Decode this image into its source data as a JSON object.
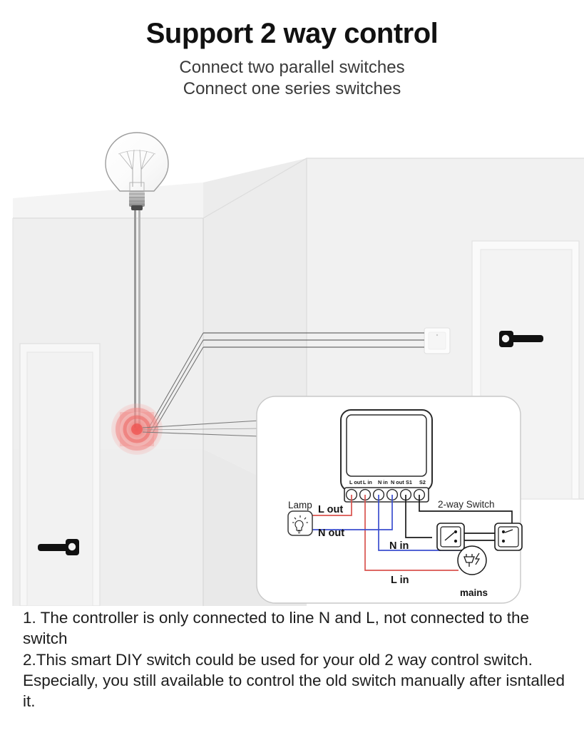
{
  "header": {
    "title": "Support 2 way control",
    "subtitles": [
      "Connect two parallel switches",
      "Connect one series switches"
    ]
  },
  "scene": {
    "description": "Room interior cutaway with ceiling pendant bulb, two doors, a wall switch plate, and a red highlight marker on the ceiling junction where the smart module is installed",
    "highlight_color": "#f4736f",
    "wall_color": "#efefef",
    "wall_shade_color": "#e9e9e9",
    "door_color": "#f5f5f5",
    "handle_color": "#111111",
    "bulb_label": "ceiling-pendant-bulb",
    "wall_switch_label": "wall-switch-plate"
  },
  "diagram": {
    "device": {
      "name": "smart-switch-module",
      "terminals": [
        "L out",
        "L in",
        "N in",
        "N out",
        "S1",
        "S2"
      ],
      "terminal_wire_colors": [
        "#d9534f",
        "#d9534f",
        "#3b4fcf",
        "#3b4fcf",
        "#1a1a1a",
        "#1a1a1a"
      ]
    },
    "labels": {
      "lamp": "Lamp",
      "l_out": "L out",
      "n_out": "N out",
      "two_way_switch": "2-way Switch",
      "n_in": "N in",
      "l_in": "L in",
      "mains": "mains"
    },
    "wire_colors": {
      "live": "#d9534f",
      "neutral": "#3b4fcf",
      "switch": "#1a1a1a"
    }
  },
  "notes": [
    "1. The controller is only connected to line N and L, not connected to the switch",
    "2.This smart DIY switch could be used for your old 2 way control switch. Especially, you still available to control the old switch manually after isntalled it."
  ]
}
